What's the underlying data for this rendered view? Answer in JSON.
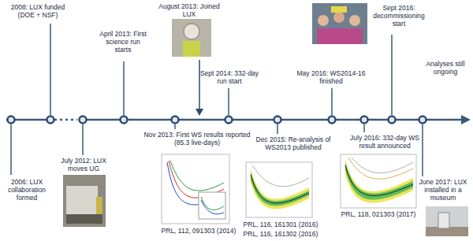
{
  "diagram": {
    "labels": [
      "2006: LUX collaboration formed",
      "2008: LUX funded (DOE + NSF)",
      "July 2012: LUX moves UG",
      "April 2013: First science run starts",
      "August 2013: Joined LUX",
      "Nov 2013: First WS results reported (85.3 live-days)",
      "PRL, 112, 091303 (2014)",
      "Sept 2014: 332-day run start",
      "Dec 2015: Re-analysis of WS2013 published",
      "PRL, 116, 161301 (2016)",
      "PRL, 116, 161302 (2016)",
      "May 2016: WS2014-16 finished",
      "July 2016: 332-day WS result announced",
      "PRL, 118, 021303 (2017)",
      "Sept 2016: decommissioning start",
      "Analyses still ongoing",
      "June 2017: LUX installed in a museum"
    ]
  }
}
